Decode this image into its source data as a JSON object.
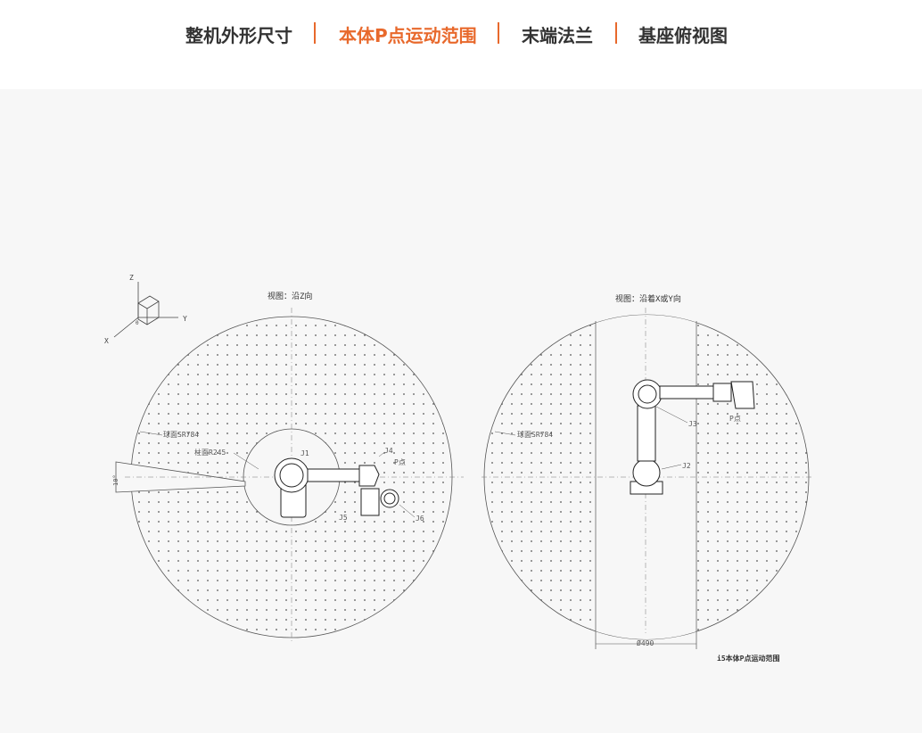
{
  "tabs": [
    {
      "label": "整机外形尺寸",
      "active": false
    },
    {
      "label": "本体P点运动范围",
      "active": true
    },
    {
      "label": "末端法兰",
      "active": false
    },
    {
      "label": "基座俯视图",
      "active": false
    }
  ],
  "colors": {
    "accent": "#e8692c",
    "text": "#333333",
    "panel_bg": "#f7f7f7",
    "line": "#444444"
  },
  "axes": {
    "z": "Z",
    "y": "Y",
    "x": "X",
    "origin": "0"
  },
  "left_view": {
    "title": "视图：沿Z向",
    "sphere_label": "球面SR784",
    "cylinder_label": "柱面R245",
    "angle_label": "10°",
    "j1": "J1",
    "j4": "J4",
    "j5": "J5",
    "j6": "J6",
    "p_label": "P点"
  },
  "right_view": {
    "title": "视图：沿着X或Y向",
    "sphere_label": "球面SR784",
    "j2": "J2",
    "j3": "J3",
    "p_label": "P点",
    "diameter_label": "Ø490"
  },
  "caption": "i5本体P点运动范围"
}
